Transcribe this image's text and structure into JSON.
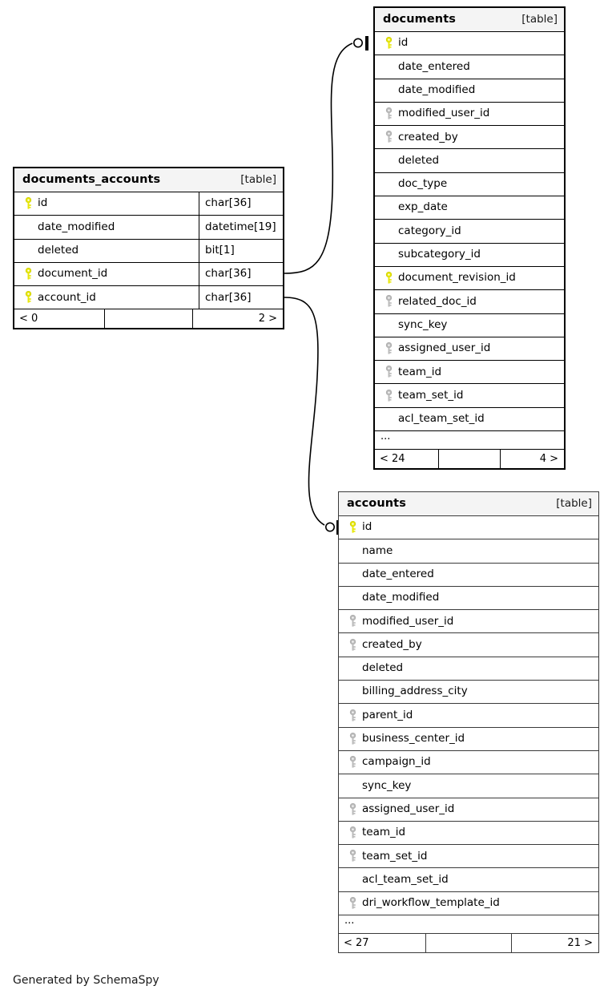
{
  "caption": "Generated by SchemaSpy",
  "kind_label": "[table]",
  "icons": {
    "primary_key": "key-icon-primary",
    "foreign_key": "key-icon-foreign",
    "ellipsis": "ellipsis-glyph"
  },
  "colors": {
    "primary_key": "#e8e80b",
    "foreign_key": "#bbbbbb",
    "header_bg": "#f4f4f4",
    "border": "#000000",
    "canvas_bg": "#ffffff",
    "text": "#000000"
  },
  "tables": [
    {
      "id": "documents_accounts",
      "name": "documents_accounts",
      "kind": "[table]",
      "has_type_column": true,
      "truncated": false,
      "columns": [
        {
          "name": "id",
          "key": "primary",
          "type": "char[36]"
        },
        {
          "name": "date_modified",
          "key": "none",
          "type": "datetime[19]"
        },
        {
          "name": "deleted",
          "key": "none",
          "type": "bit[1]"
        },
        {
          "name": "document_id",
          "key": "primary",
          "type": "char[36]"
        },
        {
          "name": "account_id",
          "key": "primary",
          "type": "char[36]"
        }
      ],
      "footer": {
        "left": "< 0",
        "middle": "",
        "right": "2 >"
      }
    },
    {
      "id": "documents",
      "name": "documents",
      "kind": "[table]",
      "has_type_column": false,
      "truncated": true,
      "ellipsis": "...",
      "columns": [
        {
          "name": "id",
          "key": "primary"
        },
        {
          "name": "date_entered",
          "key": "none"
        },
        {
          "name": "date_modified",
          "key": "none"
        },
        {
          "name": "modified_user_id",
          "key": "foreign"
        },
        {
          "name": "created_by",
          "key": "foreign"
        },
        {
          "name": "deleted",
          "key": "none"
        },
        {
          "name": "doc_type",
          "key": "none"
        },
        {
          "name": "exp_date",
          "key": "none"
        },
        {
          "name": "category_id",
          "key": "none"
        },
        {
          "name": "subcategory_id",
          "key": "none"
        },
        {
          "name": "document_revision_id",
          "key": "primary"
        },
        {
          "name": "related_doc_id",
          "key": "foreign"
        },
        {
          "name": "sync_key",
          "key": "none"
        },
        {
          "name": "assigned_user_id",
          "key": "foreign"
        },
        {
          "name": "team_id",
          "key": "foreign"
        },
        {
          "name": "team_set_id",
          "key": "foreign"
        },
        {
          "name": "acl_team_set_id",
          "key": "none"
        }
      ],
      "footer": {
        "left": "< 24",
        "middle": "",
        "right": "4 >"
      }
    },
    {
      "id": "accounts",
      "name": "accounts",
      "kind": "[table]",
      "has_type_column": false,
      "truncated": true,
      "ellipsis": "...",
      "columns": [
        {
          "name": "id",
          "key": "primary"
        },
        {
          "name": "name",
          "key": "none"
        },
        {
          "name": "date_entered",
          "key": "none"
        },
        {
          "name": "date_modified",
          "key": "none"
        },
        {
          "name": "modified_user_id",
          "key": "foreign"
        },
        {
          "name": "created_by",
          "key": "foreign"
        },
        {
          "name": "deleted",
          "key": "none"
        },
        {
          "name": "billing_address_city",
          "key": "none"
        },
        {
          "name": "parent_id",
          "key": "foreign"
        },
        {
          "name": "business_center_id",
          "key": "foreign"
        },
        {
          "name": "campaign_id",
          "key": "foreign"
        },
        {
          "name": "sync_key",
          "key": "none"
        },
        {
          "name": "assigned_user_id",
          "key": "foreign"
        },
        {
          "name": "team_id",
          "key": "foreign"
        },
        {
          "name": "team_set_id",
          "key": "foreign"
        },
        {
          "name": "acl_team_set_id",
          "key": "none"
        },
        {
          "name": "dri_workflow_template_id",
          "key": "foreign"
        }
      ],
      "footer": {
        "left": "< 27",
        "middle": "",
        "right": "21 >"
      }
    }
  ],
  "relationships": [
    {
      "id": "documents_accounts-document_id--documents-id",
      "from_table": "documents_accounts",
      "from_column": "document_id",
      "to_table": "documents",
      "to_column": "id",
      "end_notation": "zero-or-one"
    },
    {
      "id": "documents_accounts-account_id--accounts-id",
      "from_table": "documents_accounts",
      "from_column": "account_id",
      "to_table": "accounts",
      "to_column": "id",
      "end_notation": "zero-or-one"
    }
  ]
}
